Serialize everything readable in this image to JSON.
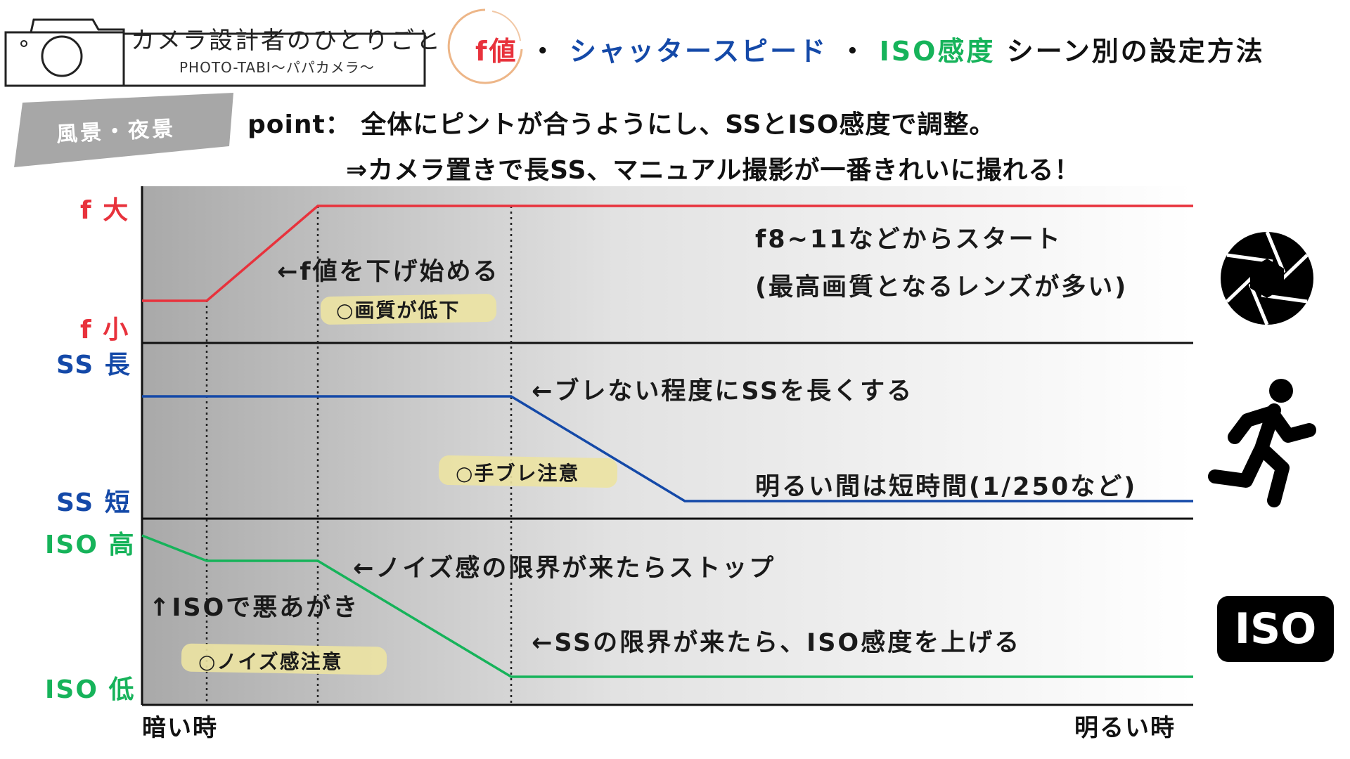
{
  "logo": {
    "title": "カメラ設計者のひとりごと",
    "subtitle": "PHOTO-TABI〜パパカメラ〜"
  },
  "title": {
    "f_value": "f値",
    "sep1": "・",
    "shutter_speed": "シャッタースピード",
    "sep2": "・",
    "iso": "ISO感度",
    "rest": " シーン別の設定方法"
  },
  "scene": "風景・夜景",
  "point": {
    "line1": "point：  全体にピントが合うようにし、SSとISO感度で調整。",
    "line2": "⇒カメラ置きで長SS、マニュアル撮影が一番きれいに撮れる！"
  },
  "axis": {
    "f_high": "f 大",
    "f_low": "f 小",
    "ss_long": "SS 長",
    "ss_short": "SS 短",
    "iso_high": "ISO 高",
    "iso_low": "ISO 低",
    "x_dark": "暗い時",
    "x_bright": "明るい時"
  },
  "notes": {
    "f_lower": "←f値を下げ始める",
    "f_quality": "○画質が低下",
    "f_start": "f8~11などからスタート",
    "f_start2": "(最高画質となるレンズが多い)",
    "ss_long": "←ブレない程度にSSを長くする",
    "ss_shake": "○手ブレ注意",
    "ss_bright": "明るい間は短時間(1/250など)",
    "iso_limit": "←ノイズ感の限界が来たらストップ",
    "iso_struggle": "↑ISOで悪あがき",
    "iso_noise": "○ノイズ感注意",
    "iso_raise": "←SSの限界が来たら、ISO感度を上げる"
  },
  "icons": {
    "aperture": "aperture-icon",
    "running": "running-person-icon",
    "iso_badge": "ISO"
  },
  "colors": {
    "f": "#e8323c",
    "ss": "#1449a8",
    "iso": "#16b35a",
    "highlight": "#ece3a2"
  }
}
